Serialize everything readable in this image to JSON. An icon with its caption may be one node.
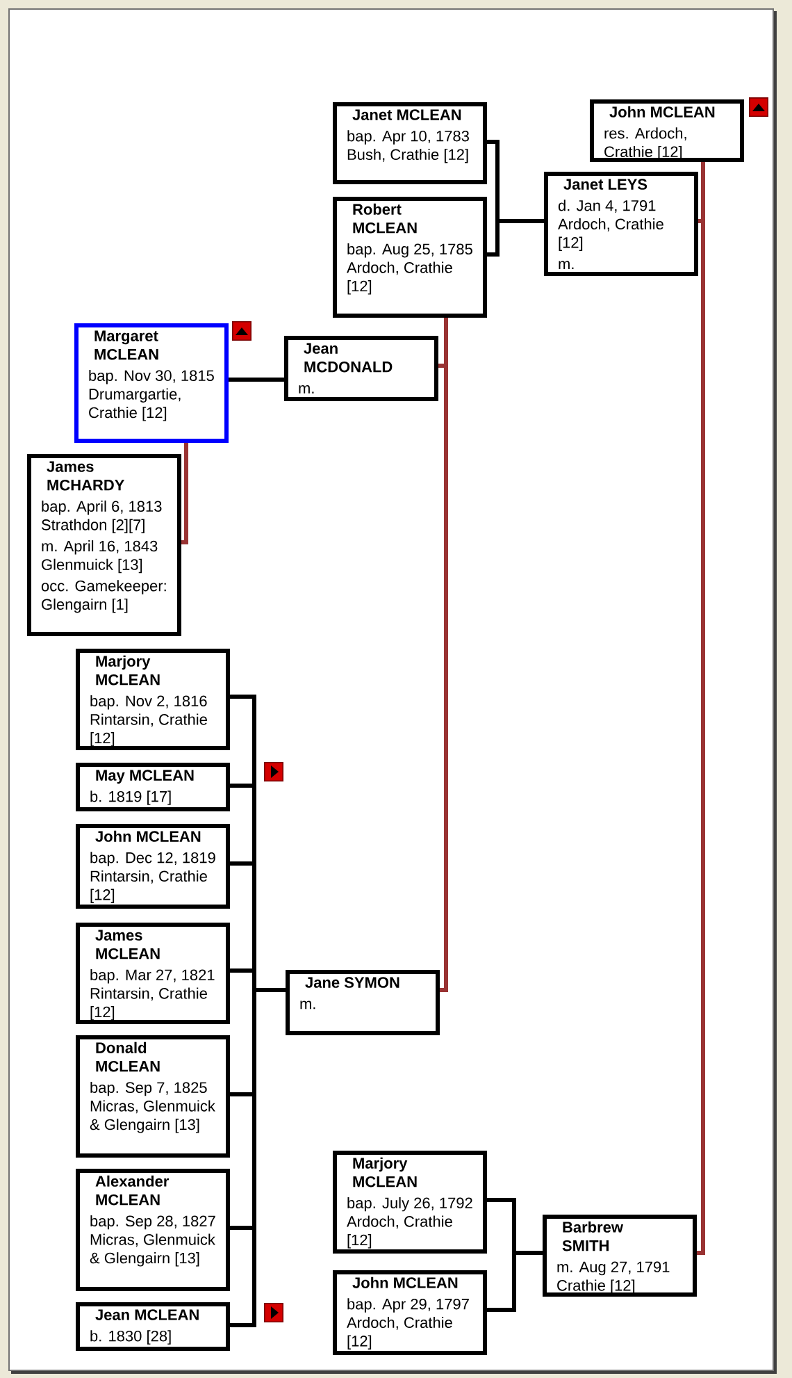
{
  "diagram": {
    "nodes": [
      {
        "text": [
          "John MCLEAN",
          "res. Ardoch, Crathie [12]"
        ]
      },
      {
        "text": [
          "Janet MCLEAN",
          "bap. Apr 10, 1783 Bush, Crathie [12]"
        ]
      },
      {
        "text": [
          "Janet LEYS",
          "d. Jan 4, 1791 Ardoch, Crathie [12]",
          "m."
        ]
      },
      {
        "text": [
          "Robert MCLEAN",
          "bap. Aug 25, 1785 Ardoch, Crathie [12]"
        ]
      },
      {
        "text": [
          "Margaret MCLEAN",
          "bap. Nov 30, 1815 Drumargartie, Crathie [12]"
        ]
      },
      {
        "text": [
          "Jean MCDONALD",
          "m."
        ]
      },
      {
        "text": [
          "James MCHARDY",
          "bap. April 6, 1813 Strathdon [2][7]",
          "m. April 16, 1843 Glenmuick [13]",
          "occ. Gamekeeper: Glengairn [1]"
        ]
      },
      {
        "text": [
          "Marjory MCLEAN",
          "bap. Nov 2, 1816 Rintarsin, Crathie [12]"
        ]
      },
      {
        "text": [
          "May MCLEAN",
          "b. 1819 [17]"
        ]
      },
      {
        "text": [
          "John MCLEAN",
          "bap. Dec 12, 1819 Rintarsin, Crathie [12]"
        ]
      },
      {
        "text": [
          "James MCLEAN",
          "bap. Mar 27, 1821 Rintarsin, Crathie [12]"
        ]
      },
      {
        "text": [
          "Jane SYMON",
          "m."
        ]
      },
      {
        "text": [
          "Donald MCLEAN",
          "bap. Sep 7, 1825 Micras, Glenmuick & Glengairn [13]"
        ]
      },
      {
        "text": [
          "Marjory MCLEAN",
          "bap. July 26, 1792 Ardoch, Crathie [12]"
        ]
      },
      {
        "text": [
          "Alexander MCLEAN",
          "bap. Sep 28, 1827 Micras, Glenmuick & Glengairn [13]"
        ]
      },
      {
        "text": [
          "Barbrew SMITH",
          "m. Aug 27, 1791 Crathie [12]"
        ]
      },
      {
        "text": [
          "John MCLEAN",
          "bap. Apr 29, 1797 Ardoch, Crathie [12]"
        ]
      },
      {
        "text": [
          "Jean MCLEAN",
          "b. 1830 [28]"
        ]
      }
    ],
    "edges": [
      {
        "from": 2,
        "to": 1,
        "arrow": "none"
      },
      {
        "from": 2,
        "to": 3,
        "arrow": "none"
      },
      {
        "from": 0,
        "to": 2,
        "arrow": "none",
        "color": "#993333"
      },
      {
        "from": 0,
        "to": 15,
        "arrow": "none",
        "color": "#993333"
      },
      {
        "from": 3,
        "to": 5,
        "arrow": "none",
        "color": "#993333"
      },
      {
        "from": 3,
        "to": 11,
        "arrow": "none",
        "color": "#993333"
      },
      {
        "from": 5,
        "to": 4,
        "arrow": "none"
      },
      {
        "from": 4,
        "to": 6,
        "arrow": "none",
        "color": "#993333"
      },
      {
        "from": 11,
        "to": 7,
        "arrow": "none"
      },
      {
        "from": 11,
        "to": 8,
        "arrow": "none"
      },
      {
        "from": 11,
        "to": 9,
        "arrow": "none"
      },
      {
        "from": 11,
        "to": 10,
        "arrow": "none"
      },
      {
        "from": 11,
        "to": 12,
        "arrow": "none"
      },
      {
        "from": 11,
        "to": 14,
        "arrow": "none"
      },
      {
        "from": 11,
        "to": 17,
        "arrow": "none"
      },
      {
        "from": 15,
        "to": 13,
        "arrow": "none"
      },
      {
        "from": 15,
        "to": 16,
        "arrow": "none"
      }
    ]
  }
}
